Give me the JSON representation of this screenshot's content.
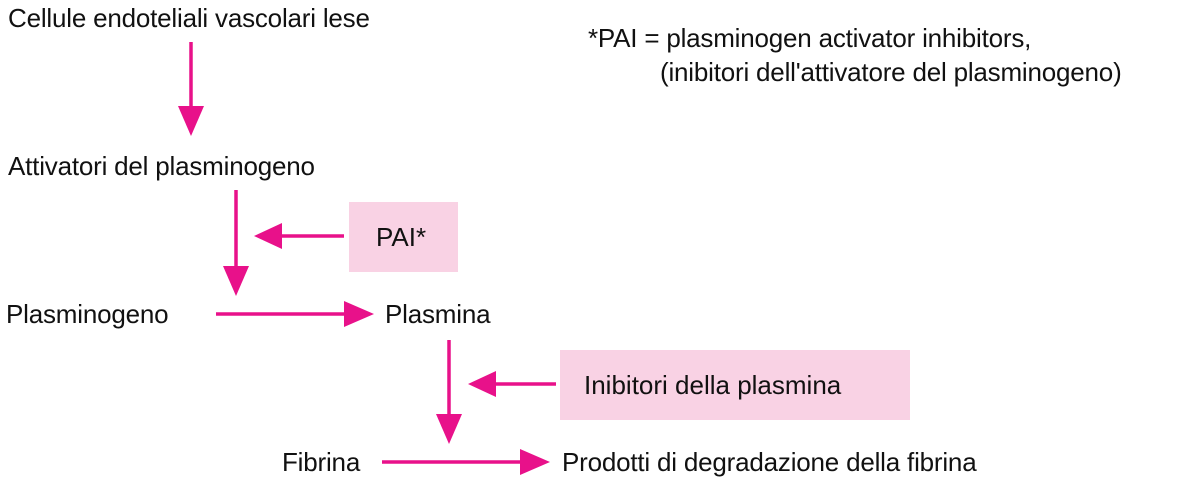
{
  "nodes": {
    "endothelial_cells": "Cellule endoteliali vascolari lese",
    "plasminogen_activators": "Attivatori del plasminogeno",
    "plasminogen": "Plasminogeno",
    "plasmin": "Plasmina",
    "fibrin": "Fibrina",
    "fibrin_degradation_products": "Prodotti di degradazione della fibrina"
  },
  "inhibitors": {
    "pai": "PAI*",
    "plasmin_inhibitors": "Inibitori della plasmina"
  },
  "footnote": {
    "line1": "*PAI = plasminogen activator inhibitors,",
    "line2": "(inibitori dell'attivatore del plasminogeno)"
  },
  "colors": {
    "arrow": "#e8118a",
    "inhibitor_box": "#f9d2e4",
    "text": "#111111"
  }
}
